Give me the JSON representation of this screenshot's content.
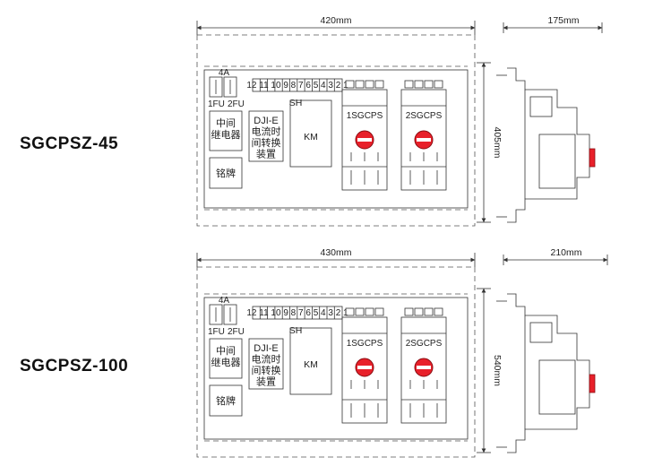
{
  "colors": {
    "line": "#333333",
    "knob": "#e8202a",
    "button": "#e8202a",
    "dash": "#555555"
  },
  "units": [
    {
      "model": "SGCPSZ-45",
      "width_label": "420mm",
      "height_label": "405mm",
      "depth_label": "175mm",
      "fuse_label_left": "1FU",
      "fuse_label_right": "2FU",
      "fuse_small_label": "4A",
      "terminal_numbers": "12 11 10 9 8 7 6 5 4 3 2 1",
      "sh_label": "SH",
      "relay_label": "中间\n继电器",
      "nameplate_label": "铭牌",
      "controller_label": "DJI-E\n电流时\n间转换\n装置",
      "km_label": "KM",
      "switch1_label": "1SGCPS",
      "switch2_label": "2SGCPS"
    },
    {
      "model": "SGCPSZ-100",
      "width_label": "430mm",
      "height_label": "540mm",
      "depth_label": "210mm",
      "fuse_label_left": "1FU",
      "fuse_label_right": "2FU",
      "fuse_small_label": "4A",
      "terminal_numbers": "12 11 10 9 8 7 6 5 4 3 2 1",
      "sh_label": "SH",
      "relay_label": "中间\n继电器",
      "nameplate_label": "铭牌",
      "controller_label": "DJI-E\n电流时\n间转换\n装置",
      "km_label": "KM",
      "switch1_label": "1SGCPS",
      "switch2_label": "2SGCPS"
    }
  ]
}
